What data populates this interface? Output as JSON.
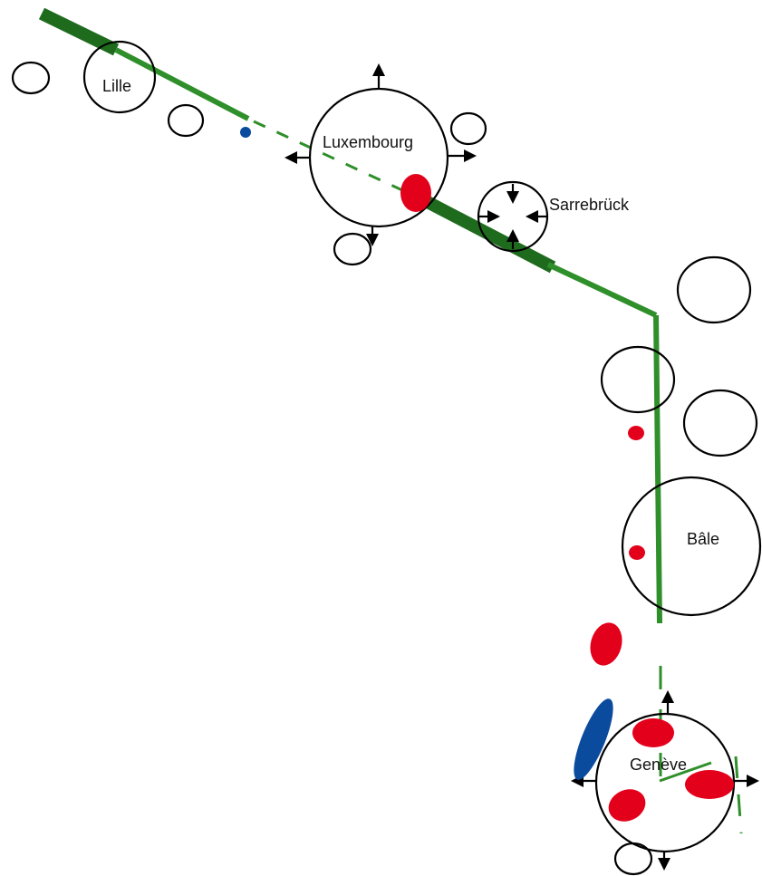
{
  "map": {
    "colors": {
      "background": "#ffffff",
      "route_green": "#2f8f2a",
      "route_green_dark": "#1f6b1e",
      "spot_red": "#e3001b",
      "spot_blue": "#0a4b9e",
      "outline": "#000000"
    },
    "cities": {
      "lille": {
        "label": "Lille"
      },
      "luxembourg": {
        "label": "Luxembourg"
      },
      "sarrebruck": {
        "label": "Sarrebrück"
      },
      "bale": {
        "label": "Bâle"
      },
      "geneve": {
        "label": "Genève"
      }
    }
  }
}
